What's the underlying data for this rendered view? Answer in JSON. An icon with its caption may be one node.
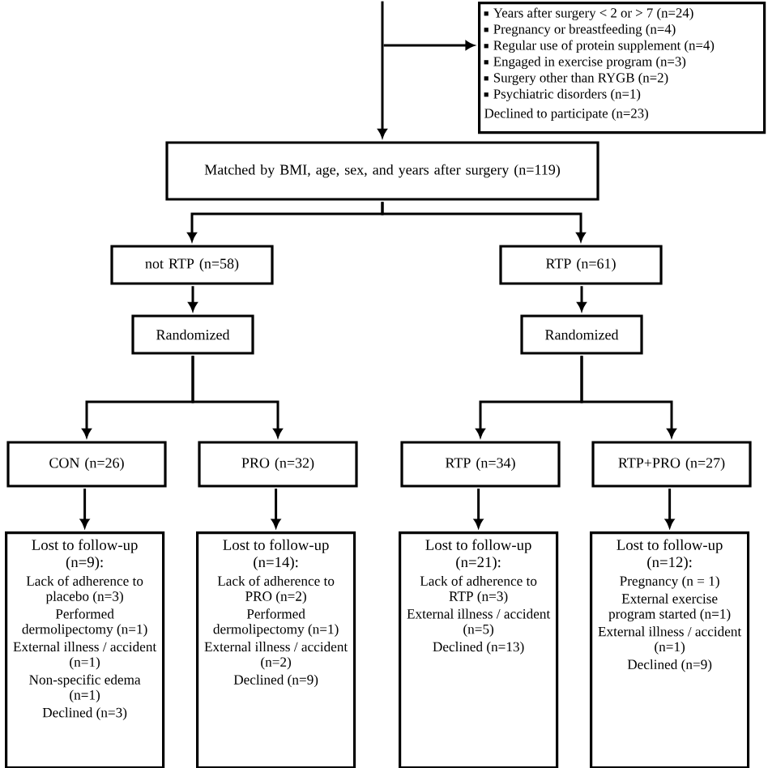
{
  "diagram": {
    "nodes": [
      {
        "text": [
          "Years after surgery < 2 or > 7 (n=24)",
          "Pregnancy or breastfeeding (n=4)",
          "Regular use of protein supplement (n=4)",
          "Engaged in exercise program (n=3)",
          "Surgery other than RYGB (n=2)",
          "Psychiatric disorders (n=1)",
          "Declined to participate (n=23)"
        ]
      },
      {
        "text": [
          "Matched by BMI, age, sex, and years after surgery (n=119)"
        ]
      },
      {
        "text": [
          "not RTP (n=58)"
        ]
      },
      {
        "text": [
          "RTP (n=61)"
        ]
      },
      {
        "text": [
          "Randomized"
        ]
      },
      {
        "text": [
          "Randomized"
        ]
      },
      {
        "text": [
          "CON (n=26)"
        ]
      },
      {
        "text": [
          "PRO (n=32)"
        ]
      },
      {
        "text": [
          "RTP (n=34)"
        ]
      },
      {
        "text": [
          "RTP+PRO (n=27)"
        ]
      },
      {
        "text": [
          "Lost to follow-up (n=9):",
          "Lack of adherence to placebo (n=3)",
          "Performed dermolipectomy (n=1)",
          "External illness / accident (n=1)",
          "Non-specific edema (n=1)",
          "Declined (n=3)"
        ]
      },
      {
        "text": [
          "Lost to follow-up (n=14):",
          "Lack of adherence to PRO (n=2)",
          "Performed dermolipectomy (n=1)",
          "External illness / accident (n=2)",
          "Declined (n=9)"
        ]
      },
      {
        "text": [
          "Lost to follow-up (n=21):",
          "Lack of adherence to RTP (n=3)",
          "External illness / accident (n=5)",
          "Declined (n=13)"
        ]
      },
      {
        "text": [
          "Lost to follow-up (n=12):",
          "Pregnancy (n = 1)",
          "External exercise program started (n=1)",
          "External illness / accident (n=1)",
          "Declined (n=9)"
        ]
      }
    ],
    "edges": [
      {
        "from": null,
        "to": 1,
        "arrow": "to"
      },
      {
        "from": null,
        "to": 0,
        "arrow": "to"
      },
      {
        "from": 1,
        "to": 2,
        "arrow": "to"
      },
      {
        "from": 1,
        "to": 3,
        "arrow": "to"
      },
      {
        "from": 2,
        "to": 4,
        "arrow": "to"
      },
      {
        "from": 3,
        "to": 5,
        "arrow": "to"
      },
      {
        "from": 4,
        "to": 6,
        "arrow": "to"
      },
      {
        "from": 4,
        "to": 7,
        "arrow": "to"
      },
      {
        "from": 5,
        "to": 8,
        "arrow": "to"
      },
      {
        "from": 5,
        "to": 9,
        "arrow": "to"
      },
      {
        "from": 6,
        "to": 10,
        "arrow": "to"
      },
      {
        "from": 7,
        "to": 11,
        "arrow": "to"
      },
      {
        "from": 8,
        "to": 12,
        "arrow": "to"
      },
      {
        "from": 9,
        "to": 13,
        "arrow": "to"
      }
    ]
  }
}
